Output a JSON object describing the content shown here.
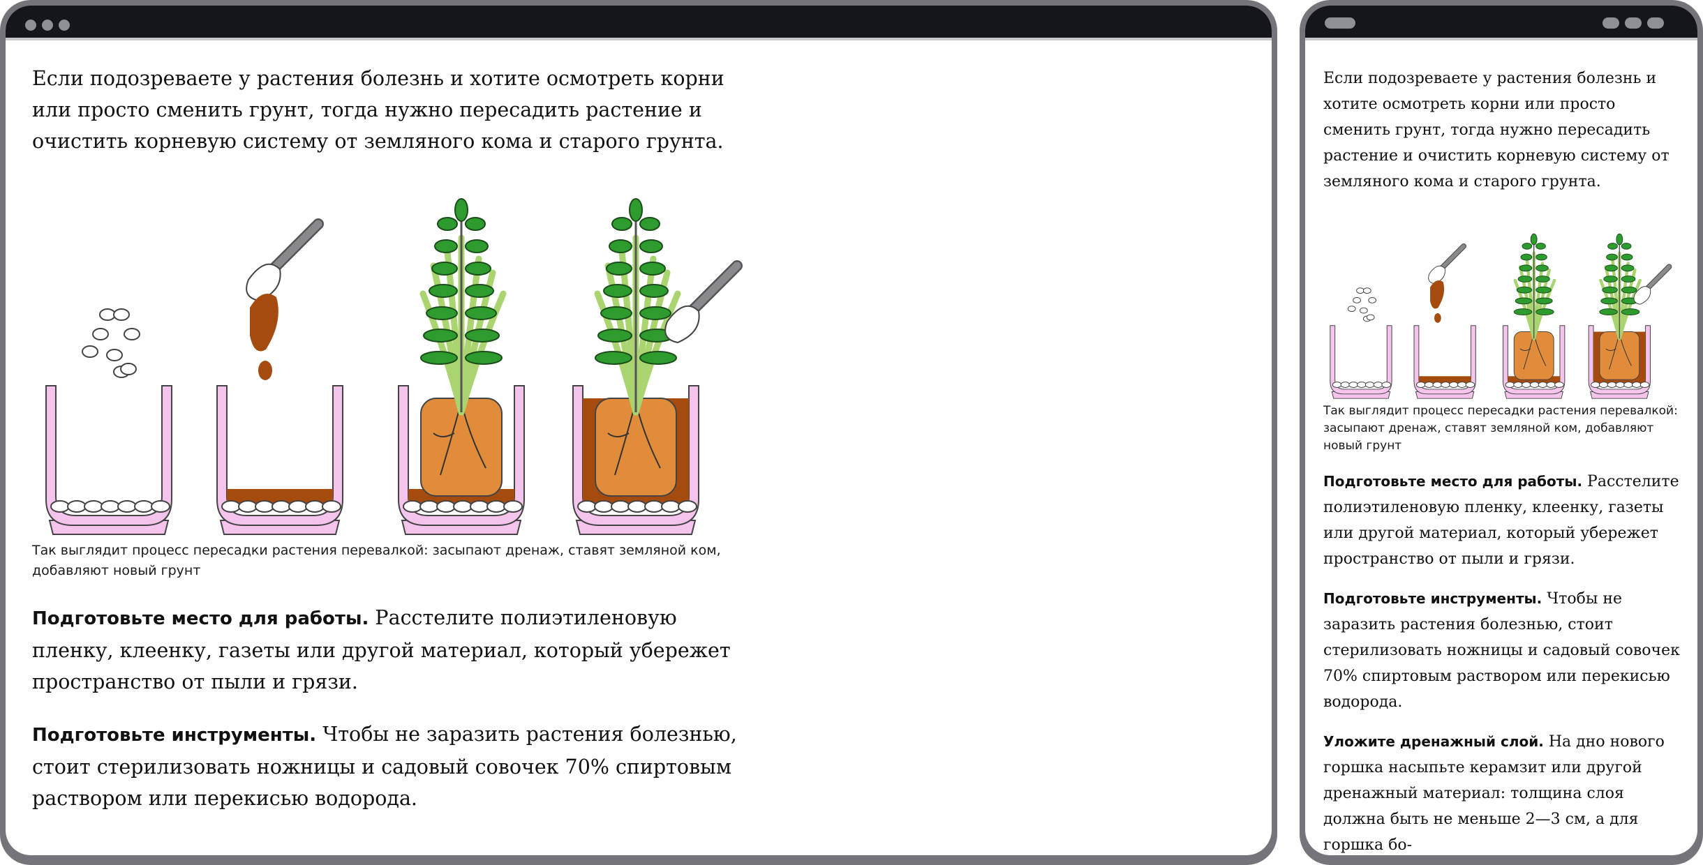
{
  "desktop": {
    "intro": "Если подозреваете у растения болезнь и хотите осмотреть корни или просто сменить грунт, тогда нужно пересадить растение и очистить корневую систему от земляного кома и старого грунта.",
    "caption": "Так выглядит процесс пересадки растения перевалкой: засыпают дренаж, ставят земляной ком, добавляют новый грунт",
    "steps": [
      {
        "title": "Подготовьте место для работы.",
        "text": " Расстелите полиэтиленовую пленку, клеенку, газеты или другой материал, который убережет пространство от пыли и грязи."
      },
      {
        "title": "Подготовьте инструменты.",
        "text": " Чтобы не заразить растения болезнью, стоит стерилизовать ножницы и садовый совочек 70% спиртовым раствором или перекисью водорода."
      }
    ]
  },
  "mobile": {
    "intro": "Если подозреваете у растения болезнь и хотите осмотреть корни или просто сменить грунт, тогда нужно пересадить растение и очистить корневую систему от земляного кома и старого грунта.",
    "caption": "Так выглядит процесс пересадки растения перевалкой: засыпают дренаж, ставят земляной ком, добавляют новый грунт",
    "steps": [
      {
        "title": "Подготовьте место для работы.",
        "text": " Расстелите полиэтиленовую пленку, клеенку, газеты или другой материал, который убережет пространство от пыли и грязи."
      },
      {
        "title": "Подготовьте инструменты.",
        "text": " Чтобы не заразить растения болезнью, стоит стерилизовать ножницы и садовый совочек 70% спиртовым раствором или перекисью водорода."
      },
      {
        "title": "Уложите дренажный слой.",
        "text": " На дно нового горшка насыпьте керамзит или другой дренажный материал: толщина слоя должна быть не меньше 2—3 см, а для горшка бо-"
      }
    ]
  },
  "colors": {
    "frame": "#74747a",
    "titlebar": "#14161c",
    "pot": "#f4c4ec",
    "soil": "#a64b0e",
    "rootball": "#e08c3a",
    "leaf": "#2e9b2e",
    "stem": "#a9d46f",
    "scoop": "#8a8a8e"
  },
  "icons": [
    "window-dot-icon",
    "window-pill-icon",
    "pot-illustration"
  ]
}
